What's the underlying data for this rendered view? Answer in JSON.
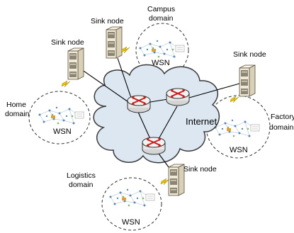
{
  "diagram": {
    "internet_label": "Internet",
    "sink_label": "Sink node",
    "wsn_label": "WSN",
    "domains": {
      "campus": [
        "Campus",
        "domain"
      ],
      "home": [
        "Home",
        "domain"
      ],
      "factory": [
        "Factory",
        "domain"
      ],
      "logistics": [
        "Logistics",
        "domain"
      ]
    },
    "colors": {
      "cloud_fill": "#dde7f2",
      "cloud_stroke": "#3a3a3a",
      "router_fill": "#eeeeee",
      "router_arrow": "#cc1b1b",
      "server_fill": "#f0ead8",
      "server_stroke": "#5a5040",
      "link": "#000000",
      "wireless": "#e8c000",
      "domain_border": "#333333"
    }
  }
}
